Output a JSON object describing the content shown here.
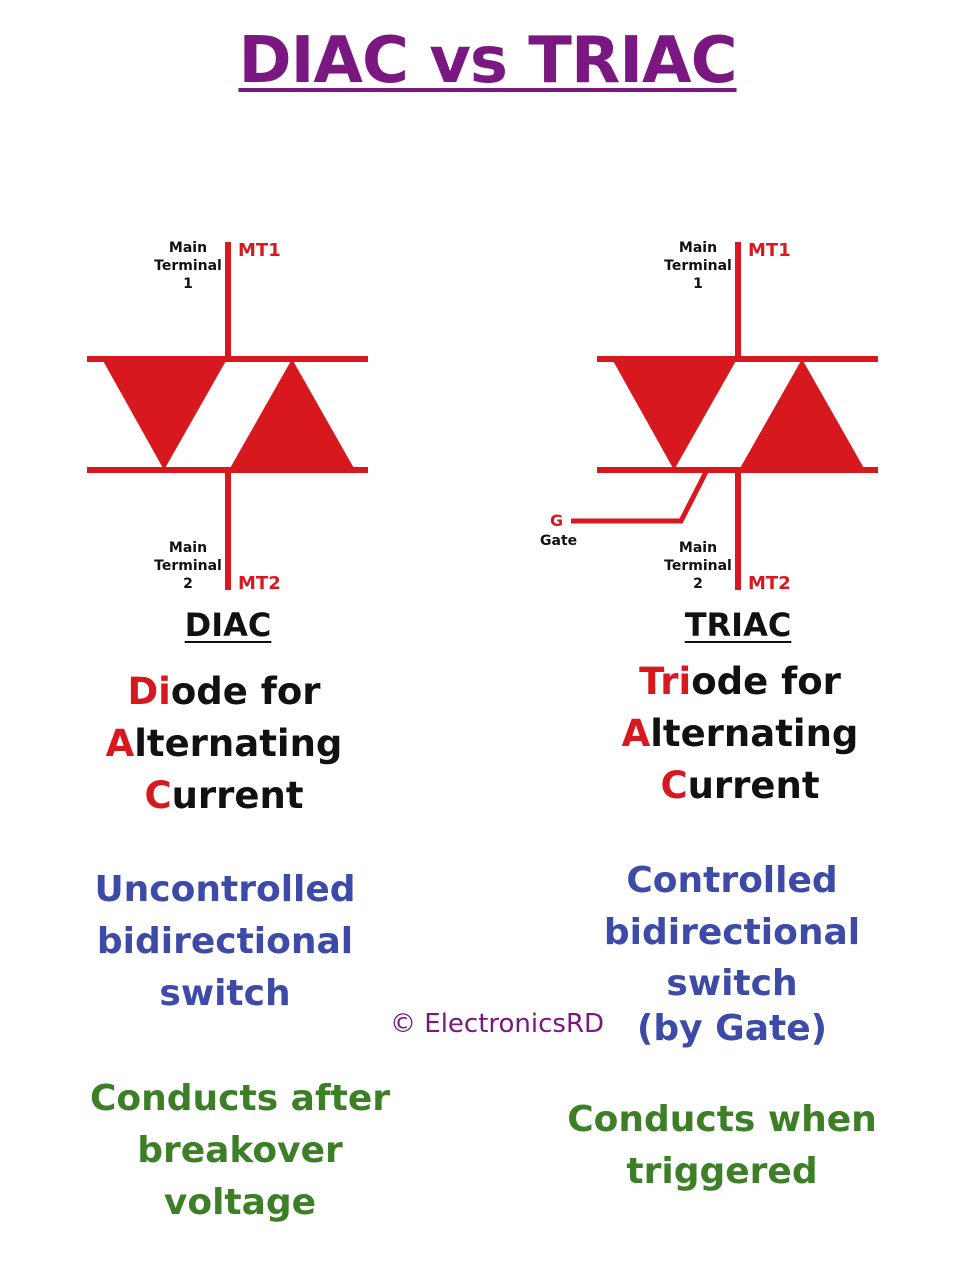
{
  "title": "DIAC vs TRIAC",
  "colors": {
    "title": "#7b1780",
    "symbol": "#d7191f",
    "highlight": "#d7191f",
    "blue_text": "#3d4aa7",
    "green_text": "#3d7f27"
  },
  "diac": {
    "mt1_desc": [
      "Main",
      "Terminal",
      "1"
    ],
    "mt1_label": "MT1",
    "mt2_desc": [
      "Main",
      "Terminal",
      "2"
    ],
    "mt2_label": "MT2",
    "name": "DIAC",
    "acronym": [
      {
        "hl": "Di",
        "rest": "ode for"
      },
      {
        "hl": "A",
        "rest": "lternating"
      },
      {
        "hl": "C",
        "rest": "urrent"
      }
    ],
    "control": [
      "Uncontrolled",
      "bidirectional",
      "switch"
    ],
    "conduction": [
      "Conducts after",
      "breakover",
      "voltage"
    ]
  },
  "triac": {
    "mt1_desc": [
      "Main",
      "Terminal",
      "1"
    ],
    "mt1_label": "MT1",
    "mt2_desc": [
      "Main",
      "Terminal",
      "2"
    ],
    "mt2_label": "MT2",
    "gate_label": "G",
    "gate_desc": "Gate",
    "name": "TRIAC",
    "acronym": [
      {
        "hl": "Tri",
        "rest": "ode for"
      },
      {
        "hl": "A",
        "rest": "lternating"
      },
      {
        "hl": "C",
        "rest": "urrent"
      }
    ],
    "control": [
      "Controlled",
      "bidirectional",
      "switch",
      "(by Gate)"
    ],
    "conduction": [
      "Conducts when",
      "triggered"
    ]
  },
  "copyright": "© ElectronicsRD"
}
